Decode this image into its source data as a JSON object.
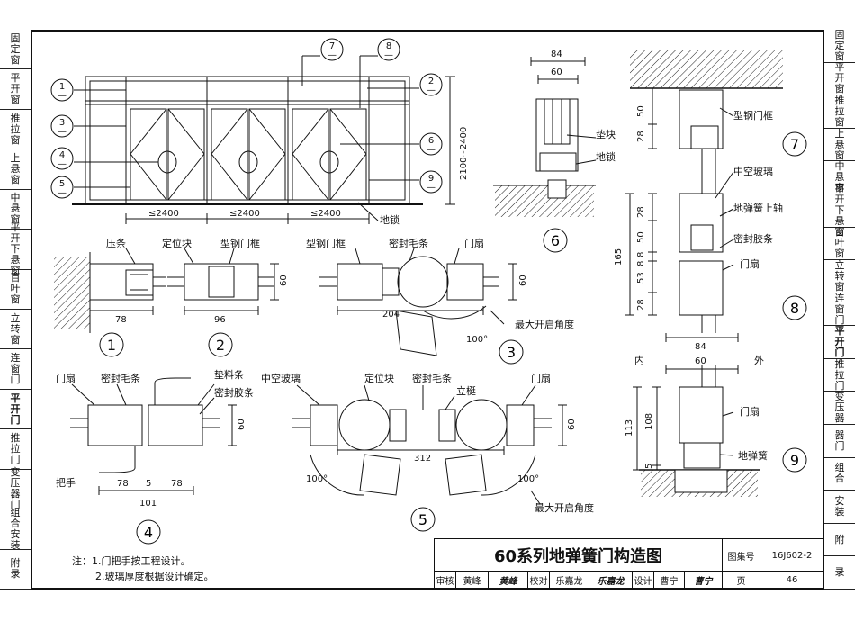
{
  "left_tabs": [
    {
      "label": "固定窗",
      "active": false
    },
    {
      "label": "平开窗",
      "active": false
    },
    {
      "label": "推拉窗",
      "active": false
    },
    {
      "label": "上悬窗",
      "active": false
    },
    {
      "label": "中悬窗",
      "active": false
    },
    {
      "label": "平开下悬窗",
      "active": false
    },
    {
      "label": "百叶窗",
      "active": false
    },
    {
      "label": "立转窗",
      "active": false
    },
    {
      "label": "连窗门",
      "active": false
    },
    {
      "label": "平开门",
      "active": true
    },
    {
      "label": "推拉门",
      "active": false
    },
    {
      "label": "变压器门",
      "active": false
    },
    {
      "label": "组合安装",
      "active": false
    },
    {
      "label": "附录",
      "active": false
    }
  ],
  "right_tabs": [
    {
      "label": "固定窗",
      "active": false
    },
    {
      "label": "平开窗",
      "active": false
    },
    {
      "label": "推拉窗",
      "active": false
    },
    {
      "label": "上悬窗",
      "active": false
    },
    {
      "label": "中悬窗",
      "active": false
    },
    {
      "label": "平开下悬窗",
      "active": false
    },
    {
      "label": "百叶窗",
      "active": false
    },
    {
      "label": "立转窗",
      "active": false
    },
    {
      "label": "连窗门",
      "active": false
    },
    {
      "label": "平开门",
      "active": true
    },
    {
      "label": "推拉门",
      "active": false
    },
    {
      "label": "变压器",
      "active": false
    },
    {
      "label": "器门",
      "active": false
    },
    {
      "label": "组合",
      "active": false
    },
    {
      "label": "安装",
      "active": false
    },
    {
      "label": "附",
      "active": false
    },
    {
      "label": "录",
      "active": false
    }
  ],
  "elevation": {
    "callouts": [
      "1",
      "2",
      "3",
      "4",
      "5",
      "6",
      "7",
      "8",
      "9"
    ],
    "callout_sub": "—",
    "width_dims": [
      "≤2400",
      "≤2400",
      "≤2400"
    ],
    "height_dim": "2100~2400",
    "floor_lock_label": "地锁"
  },
  "section1": {
    "labels": {
      "press_strip": "压条"
    },
    "dim_width": "78",
    "dim_height": "60",
    "number": "1"
  },
  "section2": {
    "labels": {
      "locator": "定位块",
      "frame": "型钢门框"
    },
    "dim_width": "96",
    "number": "2"
  },
  "section3": {
    "labels": {
      "frame": "型钢门框",
      "seal_brush": "密封毛条",
      "leaf": "门扇",
      "max_angle": "最大开启角度"
    },
    "dim_width": "204",
    "dim_height": "60",
    "angle": "100°",
    "number": "3"
  },
  "section4": {
    "labels": {
      "leaf": "门扇",
      "seal_brush": "密封毛条",
      "pad_strip": "垫料条",
      "seal_rubber": "密封胶条",
      "handle": "把手"
    },
    "dims": [
      "78",
      "5",
      "78"
    ],
    "dim_total": "101",
    "dim_height": "60",
    "number": "4"
  },
  "section5": {
    "labels": {
      "hollow_glass": "中空玻璃",
      "locator": "定位块",
      "seal_brush": "密封毛条",
      "leaf": "门扇",
      "mullion": "立梃",
      "max_angle": "最大开启角度"
    },
    "dim_width": "312",
    "dim_height": "60",
    "angle": "100°",
    "number": "5"
  },
  "section6": {
    "labels": {
      "pad": "垫块",
      "floor_lock": "地锁"
    },
    "dims": [
      "84",
      "60"
    ],
    "number": "6"
  },
  "section7": {
    "labels": {
      "frame": "型钢门框"
    },
    "dims": [
      "50",
      "28"
    ],
    "number": "7"
  },
  "section8": {
    "labels": {
      "hollow_glass": "中空玻璃",
      "top_pivot": "地弹簧上轴",
      "seal_rubber": "密封胶条",
      "leaf": "门扇"
    },
    "dims": [
      "28",
      "50",
      "8",
      "8",
      "53",
      "28"
    ],
    "dim_total": "165",
    "dim_bottom": "84",
    "number": "8"
  },
  "section9": {
    "labels": {
      "inside": "内",
      "outside": "外",
      "leaf": "门扇",
      "floor_spring": "地弹簧"
    },
    "dims": [
      "60",
      "108",
      "5"
    ],
    "dim_total": "113",
    "number": "9"
  },
  "notes": {
    "line1": "注：1.门把手按工程设计。",
    "line2": "2.玻璃厚度根据设计确定。"
  },
  "title_block": {
    "title": "60系列地弹簧门构造图",
    "atlas_label": "图集号",
    "atlas_no": "16J602-2",
    "review_label": "审核",
    "reviewer": "黄峰",
    "reviewer_sign": "黄峰",
    "check_label": "校对",
    "checker": "乐嘉龙",
    "checker_sign": "乐嘉龙",
    "design_label": "设计",
    "designer": "曹宁",
    "designer_sign": "曹宁",
    "page_label": "页",
    "page_no": "46"
  }
}
